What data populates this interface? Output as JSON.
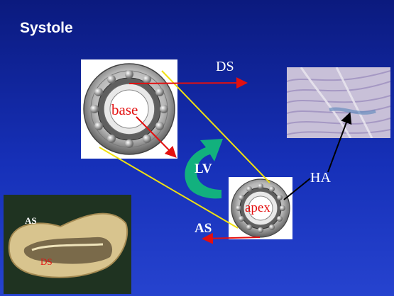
{
  "slide": {
    "title": "Systole"
  },
  "labels": {
    "ds_top": "DS",
    "ha": "HA",
    "lv": "LV",
    "as_main": "AS",
    "base": "base",
    "apex": "apex",
    "photo_as": "AS",
    "photo_ds": "DS"
  },
  "colors": {
    "background": "#1630b8",
    "red_arrow": "#e31010",
    "yellow_line": "#f0e010",
    "rotation_arrow": "#12b87a",
    "label_red": "#e31010"
  },
  "icons": {
    "rotation": "curved-arrow-icon",
    "bearing": "ball-bearing-icon"
  }
}
